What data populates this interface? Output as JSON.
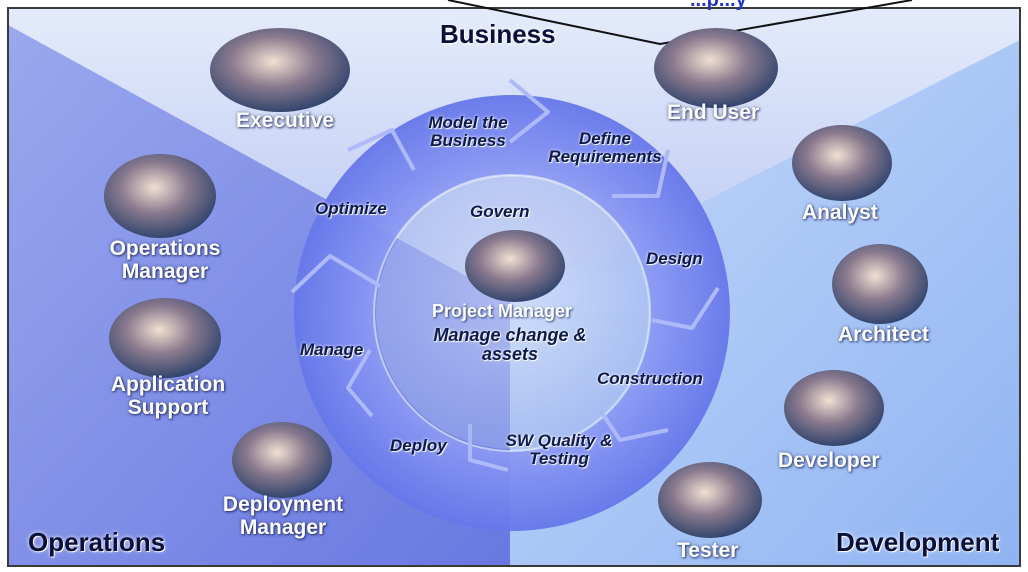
{
  "header_fragment": "...p...y",
  "domains": {
    "business": "Business",
    "operations": "Operations",
    "development": "Development"
  },
  "roles": {
    "executive": "Executive",
    "end_user": "End User",
    "analyst": "Analyst",
    "architect": "Architect",
    "developer": "Developer",
    "tester": "Tester",
    "operations_manager": "Operations Manager",
    "application_support": "Application Support",
    "deployment_manager": "Deployment Manager",
    "project_manager": "Project Manager"
  },
  "cycle_steps": {
    "model": "Model the Business",
    "requirements": "Define Requirements",
    "design": "Design",
    "construction": "Construction",
    "quality": "SW Quality & Testing",
    "deploy": "Deploy",
    "manage": "Manage",
    "optimize": "Optimize"
  },
  "center": {
    "govern": "Govern",
    "manage_change": "Manage change & assets"
  },
  "colors": {
    "background_outer": "#cfd8f5",
    "business_panel": "#c8d4f4",
    "operations_panel": "#7f8ee6",
    "development_panel": "#a9c6f6",
    "ring": "#6f80ee",
    "ring_highlight": "#9aa8f7",
    "frame_border": "#333333"
  },
  "icons": [
    "people-photo"
  ]
}
